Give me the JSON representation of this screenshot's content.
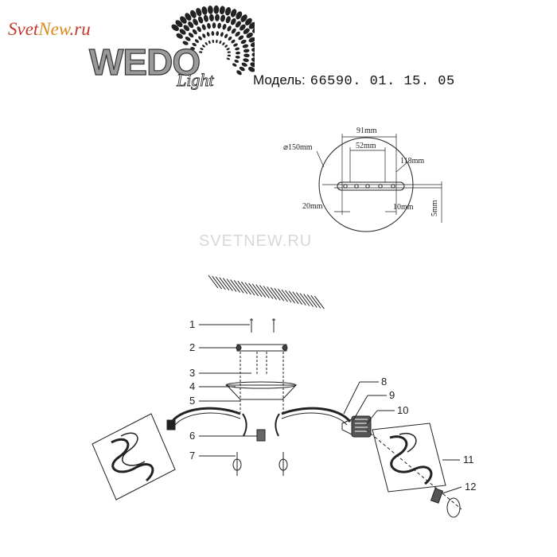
{
  "site_logo": {
    "part1": "Svet",
    "part2": "New",
    "part3": ".ru"
  },
  "brand": {
    "name": "WEDO",
    "sub": "Light"
  },
  "model": {
    "label": "Модель:",
    "number": "66590. 01. 15. 05"
  },
  "watermark": "SVETNEW.RU",
  "mount_plate": {
    "diameter": "⌀150mm",
    "dim_a": "91mm",
    "dim_b": "52mm",
    "dim_c": "118mm",
    "dim_d": "20mm",
    "dim_e": "10mm",
    "dim_f": "5mm"
  },
  "part_numbers": [
    "1",
    "2",
    "3",
    "4",
    "5",
    "6",
    "7",
    "8",
    "9",
    "10",
    "11",
    "12"
  ]
}
